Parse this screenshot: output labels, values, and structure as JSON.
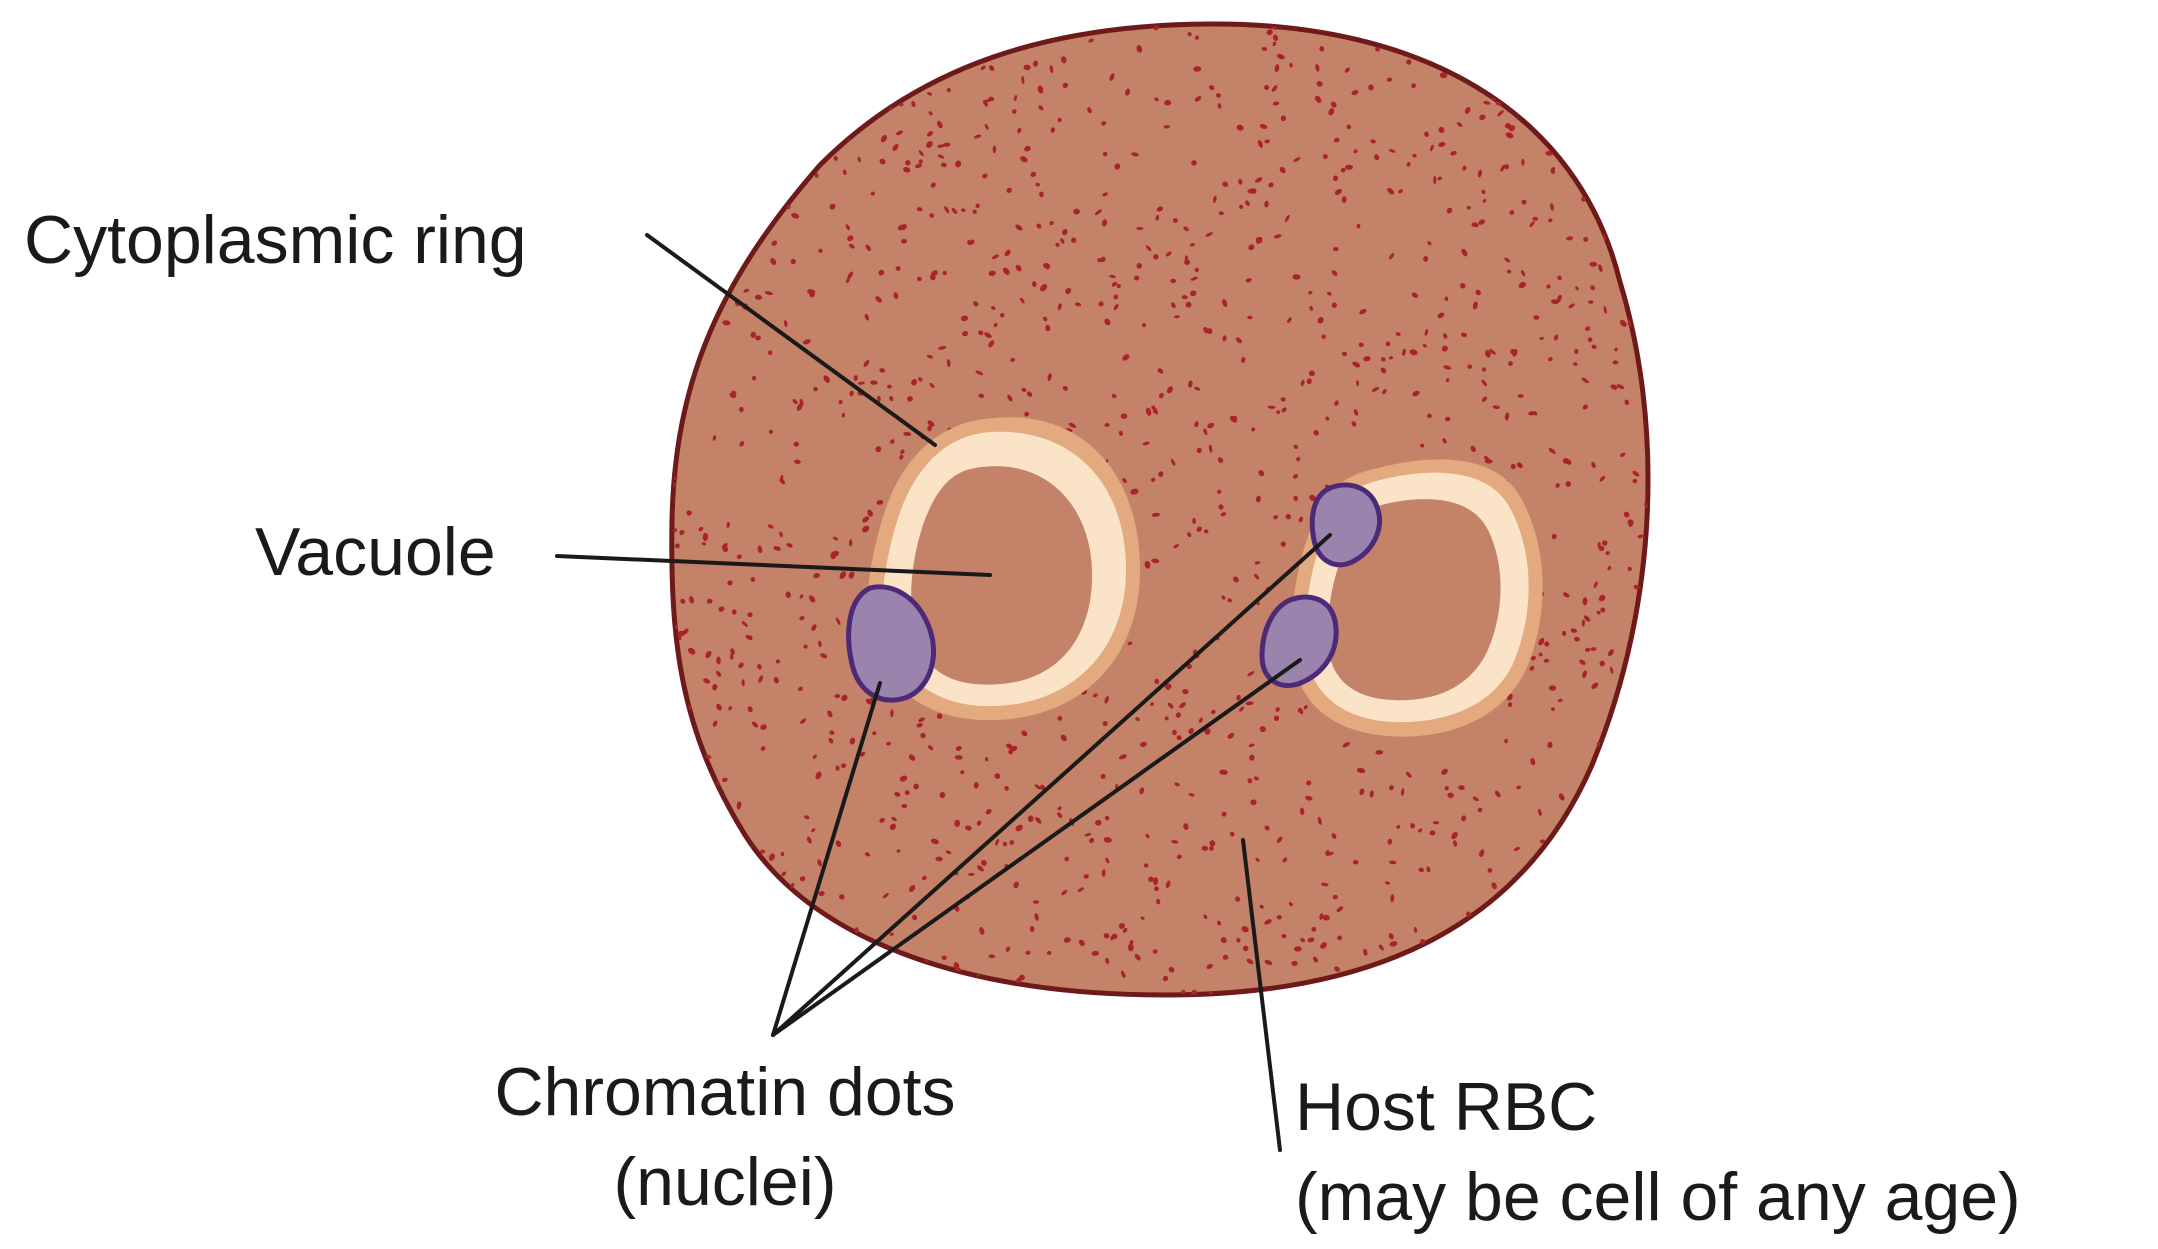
{
  "diagram": {
    "labels": {
      "cytoplasmic_ring": "Cytoplasmic ring",
      "vacuole": "Vacuole",
      "chromatin_line1": "Chromatin dots",
      "chromatin_line2": "(nuclei)",
      "host_line1": "Host RBC",
      "host_line2": "(may be cell of any age)"
    },
    "colors": {
      "background": "#ffffff",
      "cell_fill": "#c48268",
      "cell_outline": "#6e1a1a",
      "stipple": "#a8242a",
      "ring_outer": "#e3a97f",
      "ring_inner": "#fbe3c8",
      "chromatin_fill": "#9a84ad",
      "chromatin_outline": "#4c2a78",
      "leader_line": "#1a1a1a",
      "text": "#1a1a1a"
    }
  }
}
